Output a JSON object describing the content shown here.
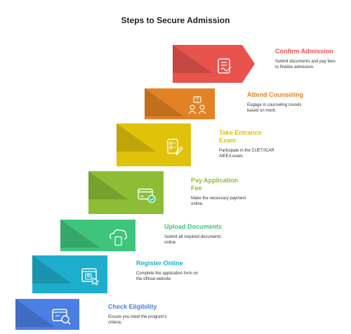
{
  "title": "Steps to Secure Admission",
  "steps": [
    {
      "title": "Confirm Admission",
      "desc": "Submit documents and pay fees to finalize admission.",
      "color": "#e8534e",
      "icon": "document-signature-icon"
    },
    {
      "title": "Attend Counseling",
      "desc": "Engage in counseling rounds based on merit.",
      "color": "#e28225",
      "icon": "counseling-people-icon"
    },
    {
      "title": "Take Entrance Exam",
      "desc": "Participate in the CUET/ICAR AIEEA exam.",
      "color": "#e0c20b",
      "icon": "exam-checklist-icon"
    },
    {
      "title": "Pay Application Fee",
      "desc": "Make the necessary payment online.",
      "color": "#8cbd35",
      "icon": "payment-card-icon"
    },
    {
      "title": "Upload Documents",
      "desc": "Submit all required documents online.",
      "color": "#3ec47b",
      "icon": "cloud-upload-icon"
    },
    {
      "title": "Register Online",
      "desc": "Complete the application form on the official website.",
      "color": "#1eadcc",
      "icon": "online-registration-icon"
    },
    {
      "title": "Check Eligibility",
      "desc": "Ensure you meet the program's criteria.",
      "color": "#4a7fe4",
      "icon": "eligibility-search-icon"
    }
  ]
}
